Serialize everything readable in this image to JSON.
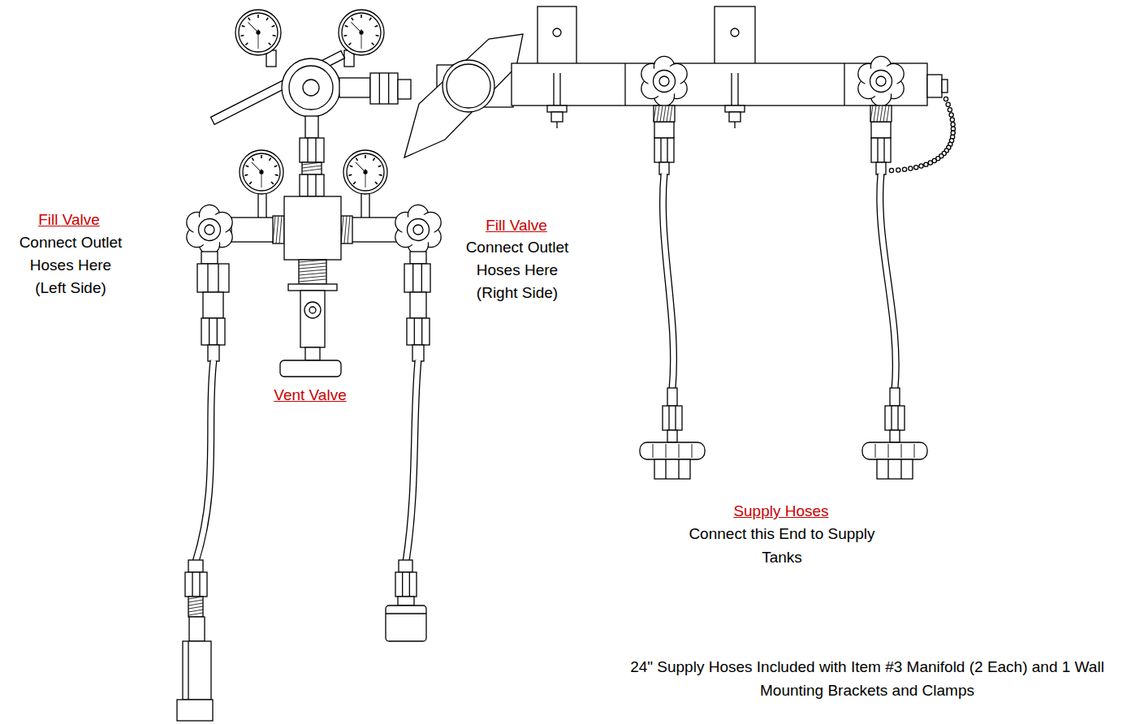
{
  "diagram": {
    "labels": [
      "Fill Valve",
      "Connect Outlet Hoses Here (Left Side)",
      "Fill Valve",
      "Connect Outlet Hoses Here (Right Side)",
      "Vent Valve",
      "Supply Hoses",
      "Connect this End to Supply Tanks",
      "24\" Supply Hoses Included with Item #3 Manifold (2 Each) and 1 Wall Mounting Brackets and Clamps"
    ]
  }
}
